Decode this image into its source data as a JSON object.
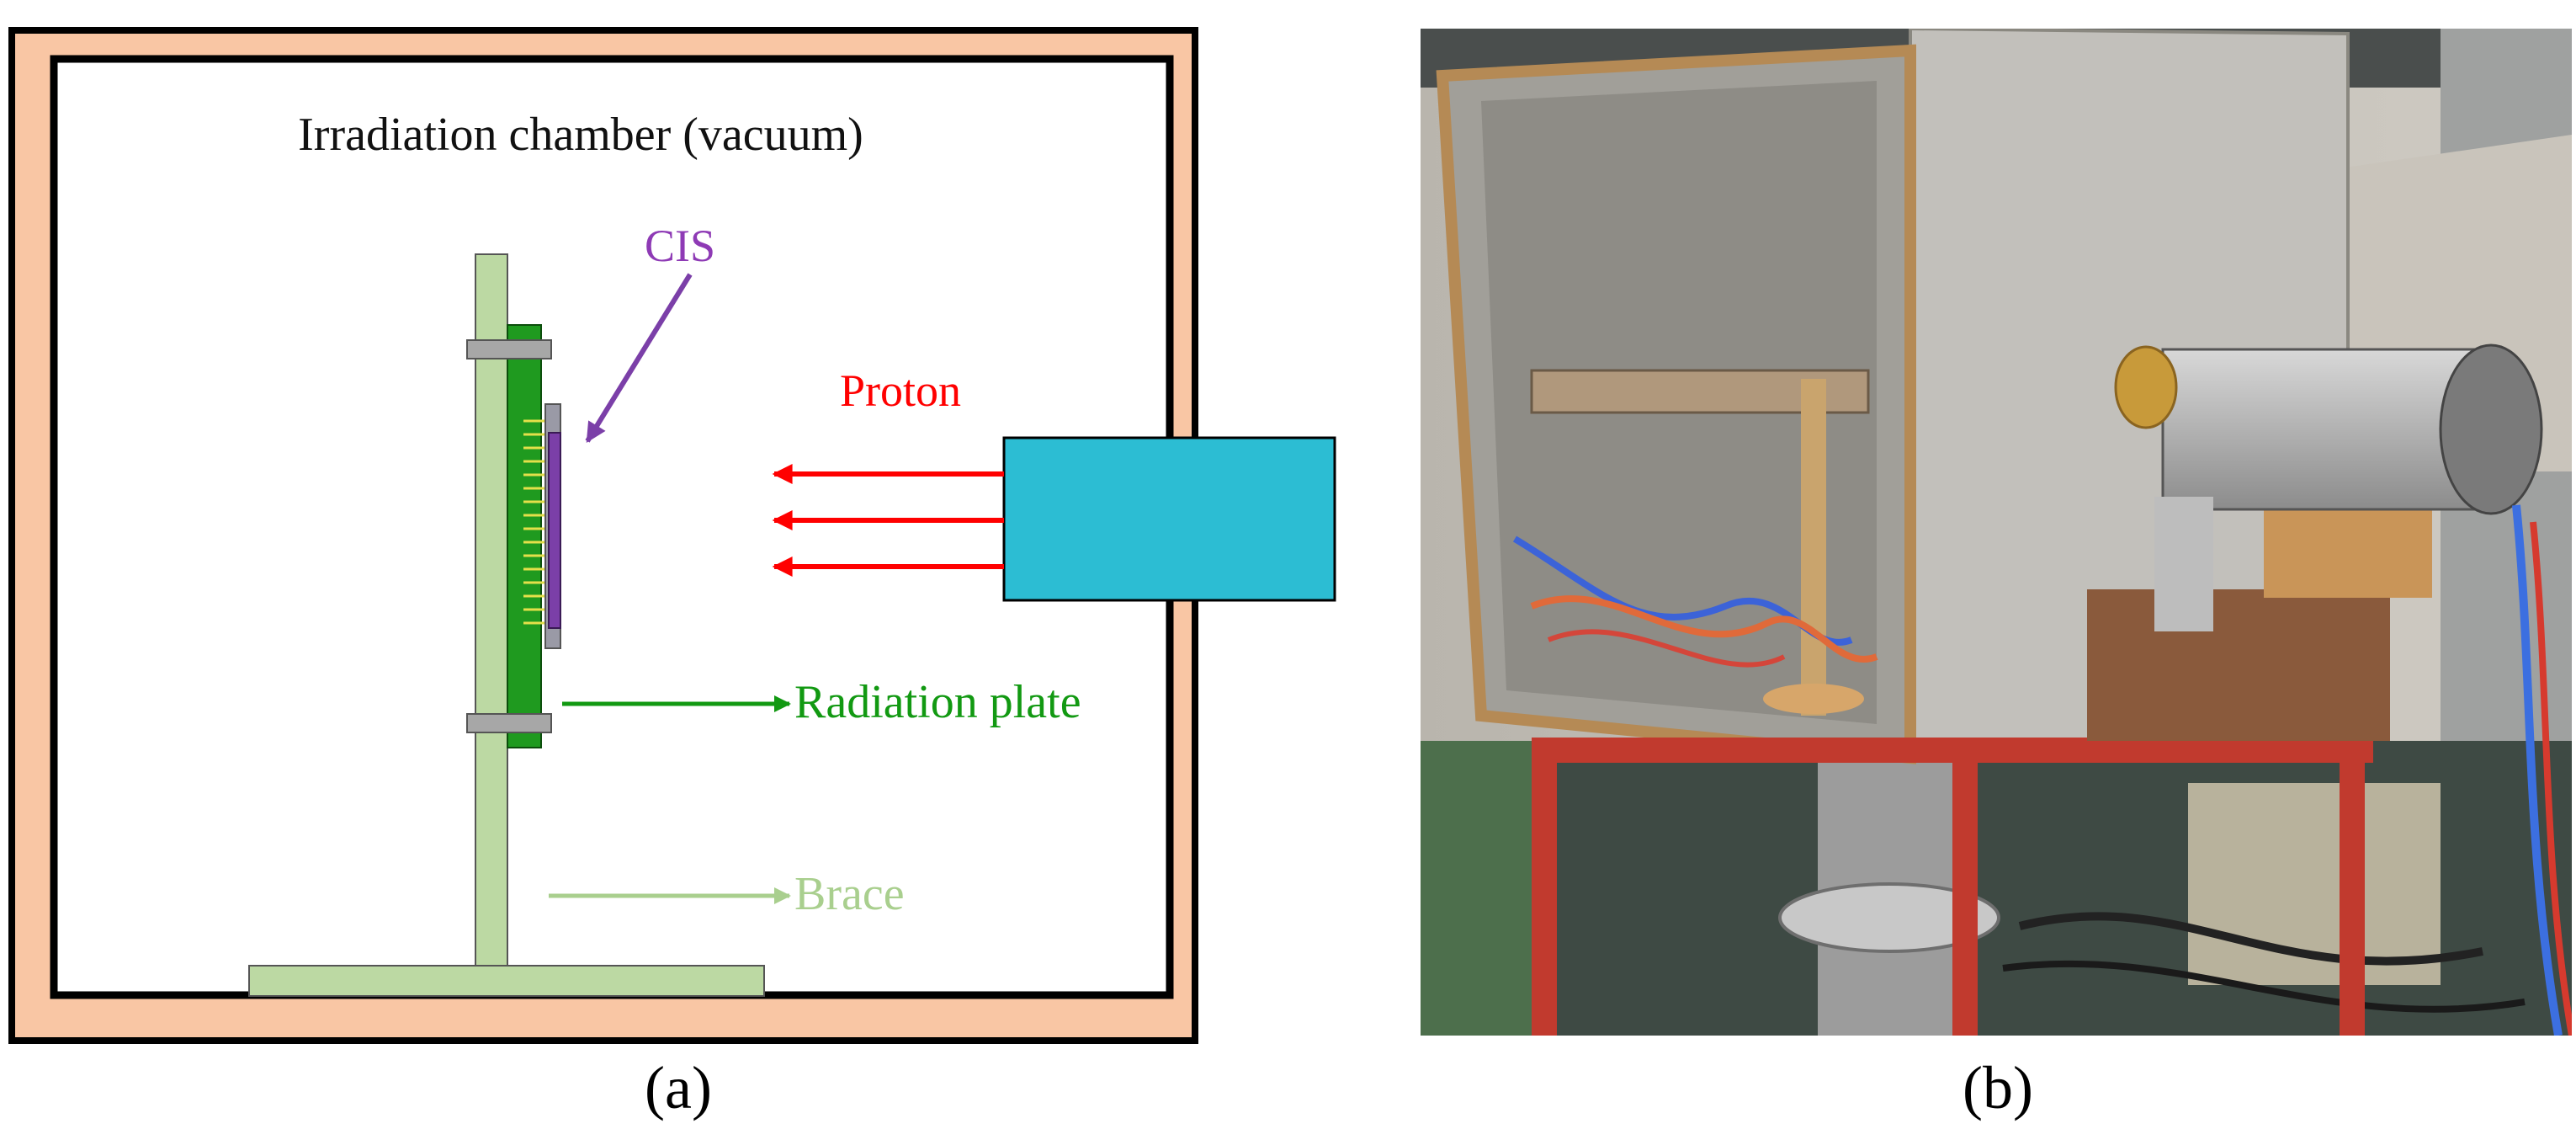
{
  "panel_a": {
    "chamber_label": "Irradiation chamber (vacuum)",
    "cis_label": "CIS",
    "proton_label": "Proton",
    "radiation_plate_label": "Radiation plate",
    "brace_label": "Brace",
    "caption": "(a)"
  },
  "panel_b": {
    "caption": "(b)"
  },
  "colors": {
    "outer_frame": "#f9c6a4",
    "frame_border": "#000000",
    "brace": "#bcd9a3",
    "radiation_plate": "#1f9a1f",
    "cis": "#7b3fa8",
    "cis_text": "#8e3ab5",
    "proton": "#ff0000",
    "beam_source": "#2cbdd3",
    "plate_arrow": "#129912",
    "brace_arrow": "#a9cf8e"
  }
}
